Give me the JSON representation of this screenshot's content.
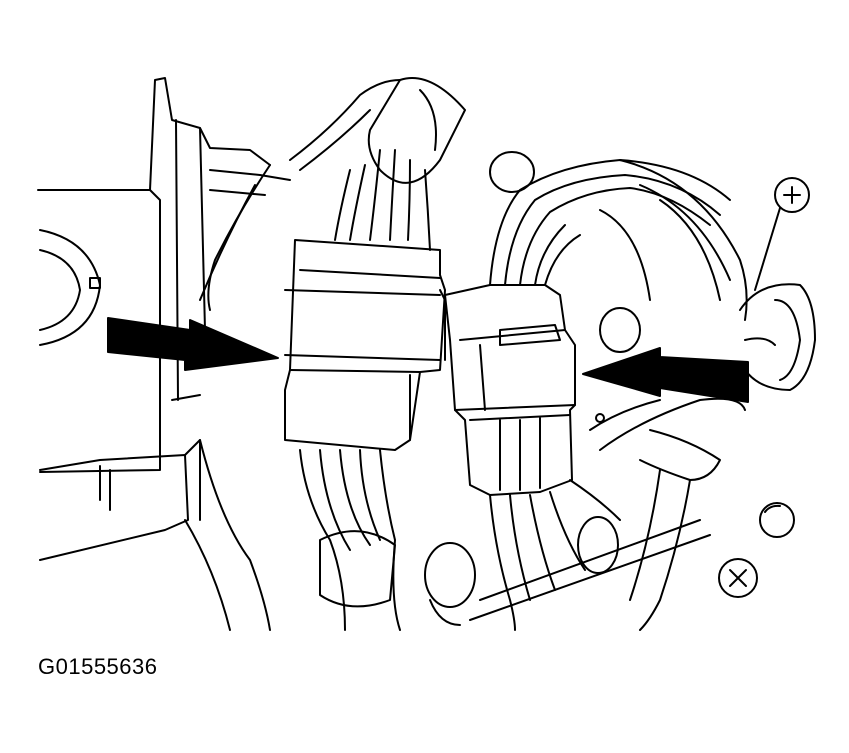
{
  "figure": {
    "id_label": "G01555636",
    "ink_color": "#000000",
    "paper_color": "#ffffff"
  },
  "arrows": [
    {
      "name": "left-arrow",
      "direction": "right"
    },
    {
      "name": "right-arrow",
      "direction": "left"
    }
  ]
}
